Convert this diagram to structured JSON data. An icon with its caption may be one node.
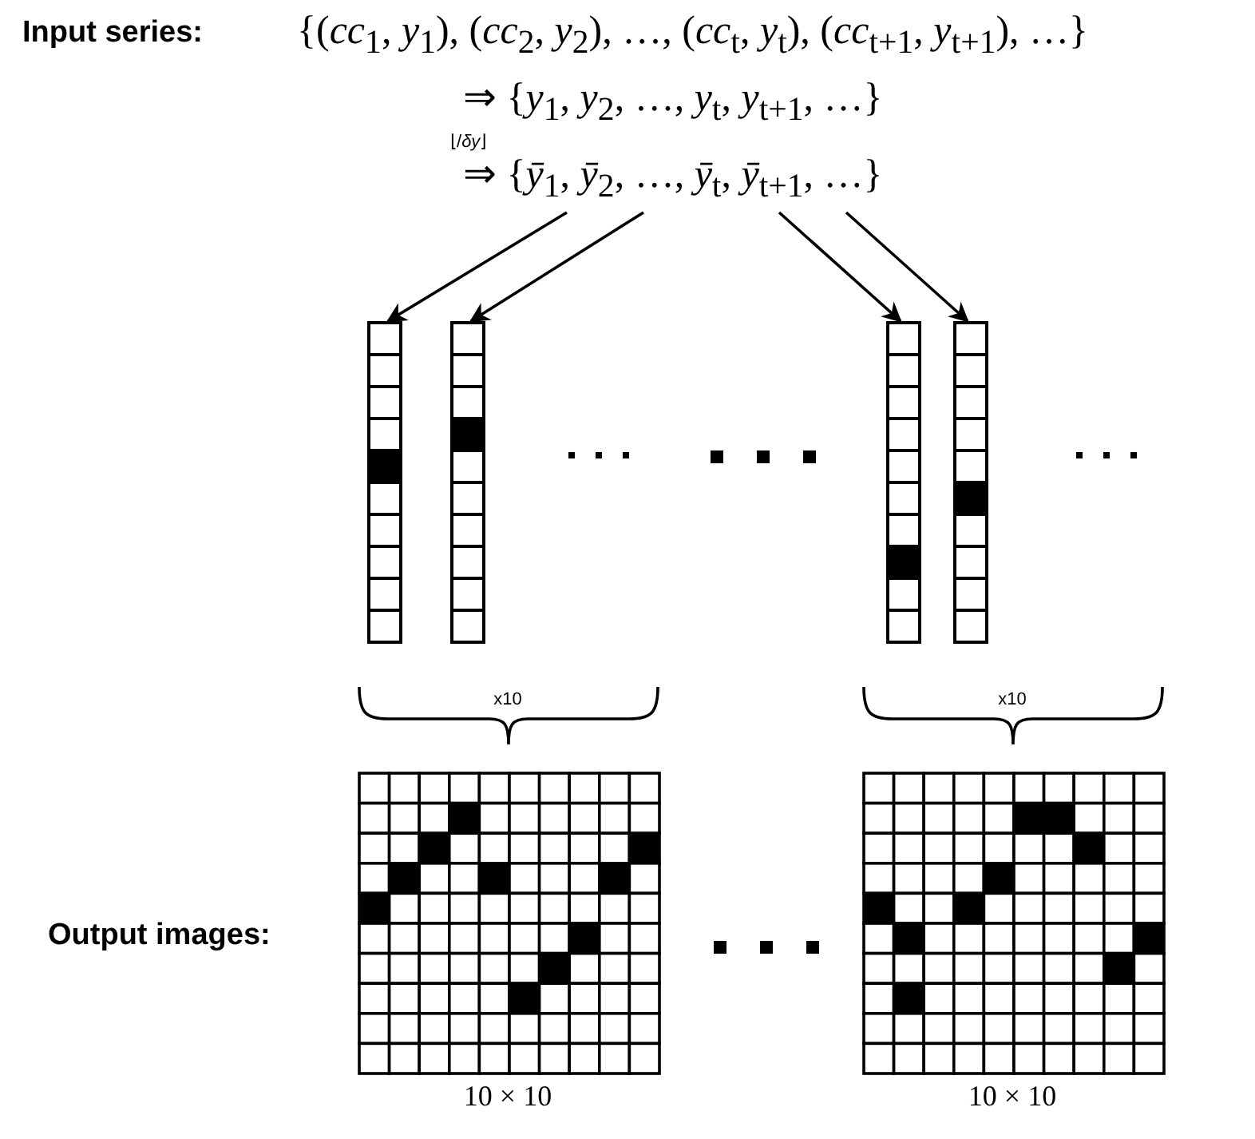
{
  "diagram": {
    "nodes": [
      {
        "text": [
          "⇒ {*ȳ*$_{1}$, *ȳ*$_{2}$, …, *ȳ*$_{t}$, *ȳ*$_{t+1}$, …}"
        ]
      },
      {
        "text": [],
        "shape": "bar"
      },
      {
        "text": [],
        "shape": "bar"
      },
      {
        "text": [],
        "shape": "bar"
      },
      {
        "text": [],
        "shape": "bar"
      }
    ],
    "edges": [
      {
        "from": 0,
        "to": 1,
        "arrow": "to"
      },
      {
        "from": 0,
        "to": 2,
        "arrow": "to"
      },
      {
        "from": 0,
        "to": 3,
        "arrow": "to"
      },
      {
        "from": 0,
        "to": 4,
        "arrow": "to"
      }
    ],
    "labels": [
      "Input series:",
      "{(*cc*$_{1}$, *y*$_{1}$), (*cc*$_{2}$, *y*$_{2}$), …, (*cc*$_{t}$, *y*$_{t}$), (*cc*$_{t+1}$, *y*$_{t+1}$), …}",
      "⇒ {*y*$_{1}$, *y*$_{2}$, …, *y*$_{t}$, *y*$_{t+1}$, …}",
      "⌊/*δy*⌋",
      "x10",
      "x10",
      "Output images:",
      "10 × 10",
      "10 × 10"
    ]
  }
}
